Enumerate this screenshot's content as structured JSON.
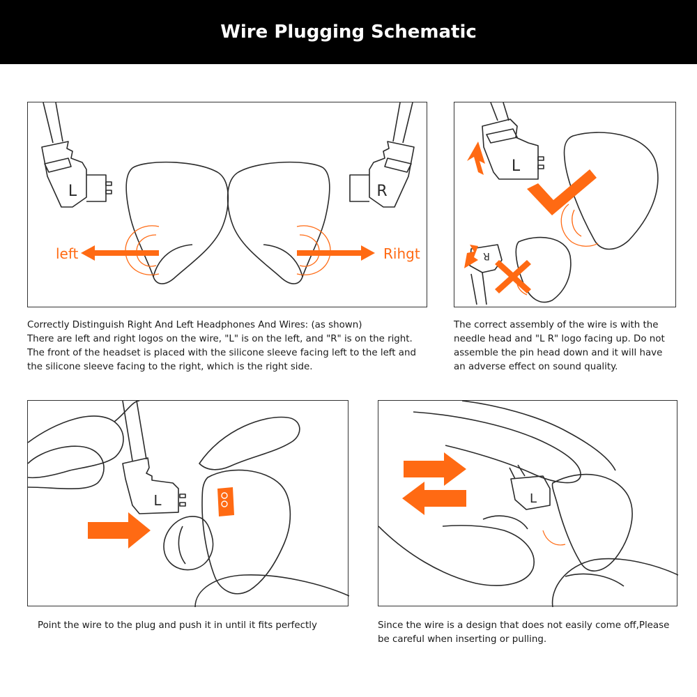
{
  "header": {
    "title": "Wire Plugging Schematic"
  },
  "panel_lr": {
    "plug_left_letter": "L",
    "plug_right_letter": "R",
    "left_label": "left",
    "right_label": "Rihgt"
  },
  "panel_correct": {
    "plug_letter": "L",
    "wrong_plug_letter": "R"
  },
  "panel_push": {
    "plug_letter": "L"
  },
  "panel_careful": {
    "plug_letter": "L"
  },
  "captions": {
    "distinguish": [
      "Correctly Distinguish Right And Left Headphones And Wires: (as shown)",
      "There are left and right logos on the wire, \"L\" is on the left, and \"R\" is on the right.",
      "The front of the headset is placed with the silicone sleeve facing left to the left and",
      "the silicone sleeve facing to the right, which is the right side."
    ],
    "assembly": [
      "The correct assembly of the wire is with the",
      "needle head and \"L R\" logo facing up. Do not",
      "assemble the pin head down and it will have",
      "an adverse effect on sound quality."
    ],
    "push": [
      "Point the wire to the plug and push it in until it fits perfectly"
    ],
    "careful": [
      "Since the wire is a design that does not easily come off,Please",
      "be careful when inserting or pulling."
    ]
  },
  "colors": {
    "accent": "#ff6a13",
    "line": "#2a2a2a",
    "header_bg": "#000000"
  }
}
